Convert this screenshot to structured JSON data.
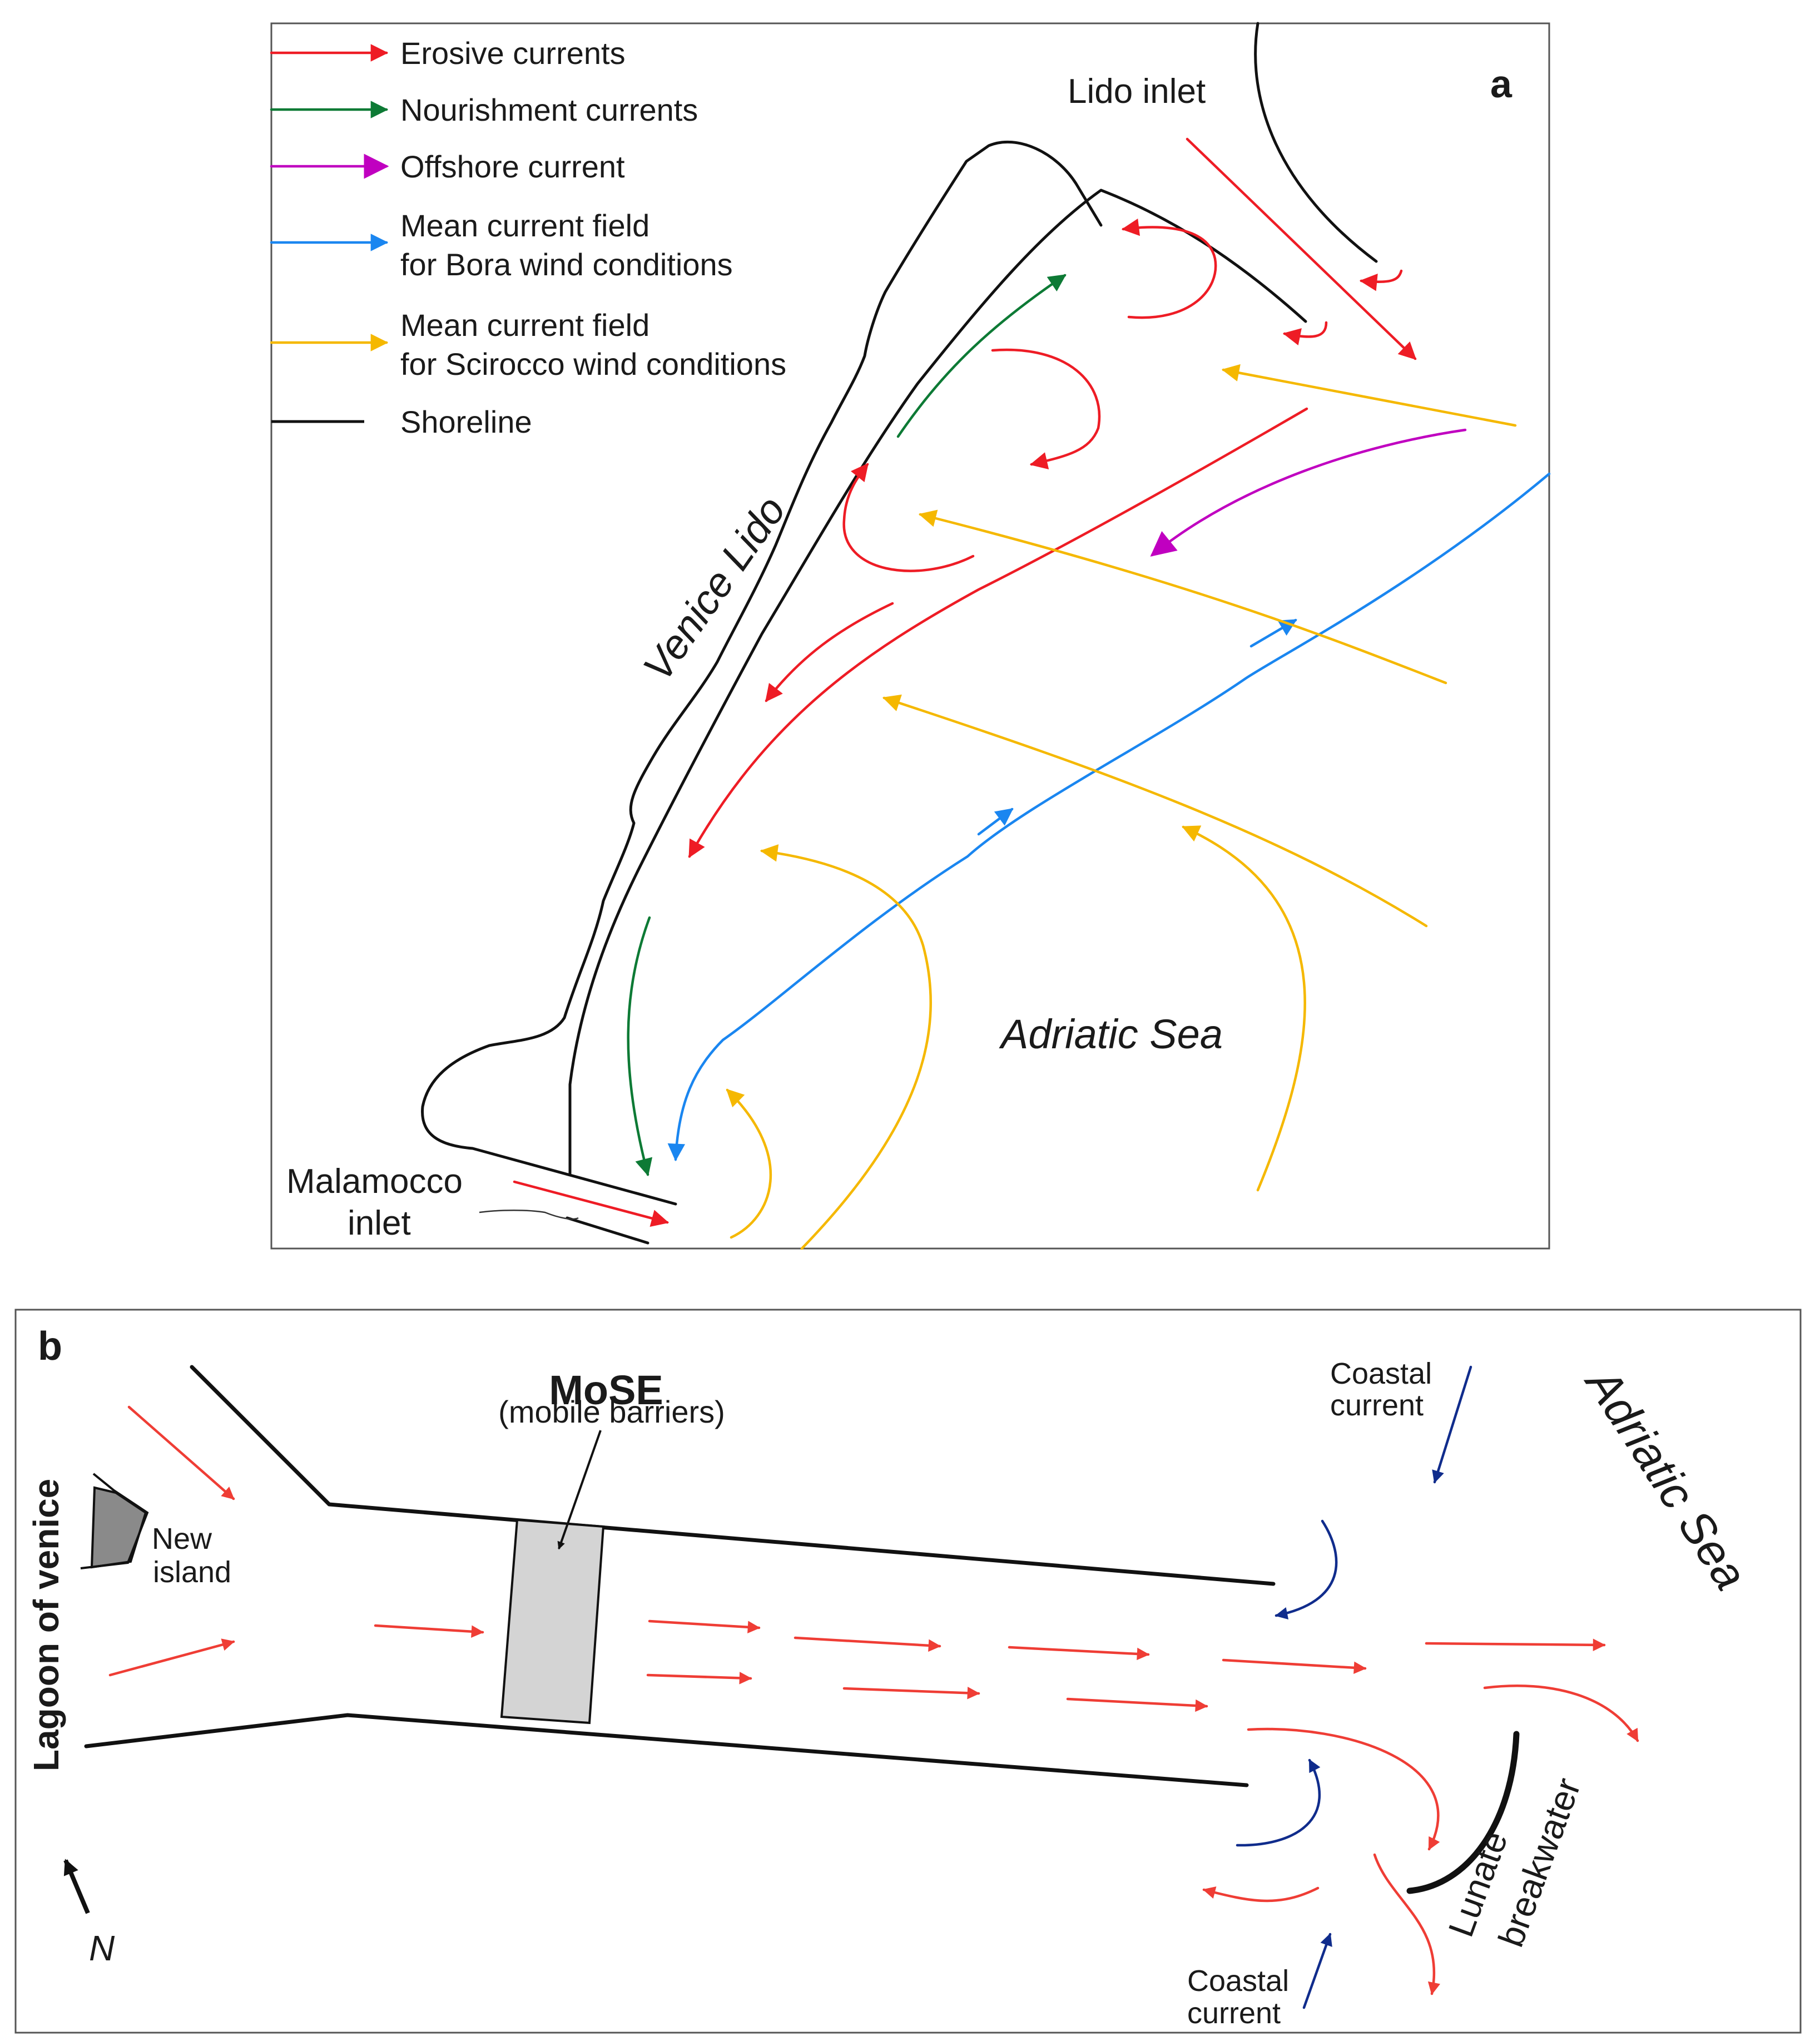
{
  "colors": {
    "erosive": "#ee1c25",
    "nourishment": "#0d7a35",
    "offshore": "#c000c0",
    "bora": "#1a86f0",
    "scirocco": "#f5b800",
    "shoreline": "#111111",
    "flow_red": "#ef3d35",
    "coastal_blue": "#102c8c",
    "barrier_fill": "#d4d4d4",
    "island_fill": "#8a8a8a"
  },
  "panel_a": {
    "letter": "a",
    "legend": [
      {
        "id": "erosive",
        "label": "Erosive currents"
      },
      {
        "id": "nourishment",
        "label": "Nourishment currents"
      },
      {
        "id": "offshore",
        "label": "Offshore current"
      },
      {
        "id": "bora",
        "label": "Mean current field",
        "label2": "for Bora wind conditions"
      },
      {
        "id": "scirocco",
        "label": "Mean current field",
        "label2": "for Scirocco wind conditions"
      },
      {
        "id": "shoreline",
        "label": "Shoreline"
      }
    ],
    "labels": {
      "lido_inlet": "Lido inlet",
      "venice_lido": "Venice Lido",
      "adriatic_sea": "Adriatic Sea",
      "malamocco_1": "Malamocco",
      "malamocco_2": "inlet"
    }
  },
  "panel_b": {
    "letter": "b",
    "labels": {
      "mose_title": "MoSE",
      "mose_sub": "(mobile barriers)",
      "lagoon": "Lagoon of venice",
      "new_island_1": "New",
      "new_island_2": "island",
      "coastal_top_1": "Coastal",
      "coastal_top_2": "current",
      "coastal_bottom_1": "Coastal",
      "coastal_bottom_2": "current",
      "adriatic_sea": "Adriatic Sea",
      "breakwater_1": "Lunate",
      "breakwater_2": "breakwater",
      "north": "N"
    }
  }
}
